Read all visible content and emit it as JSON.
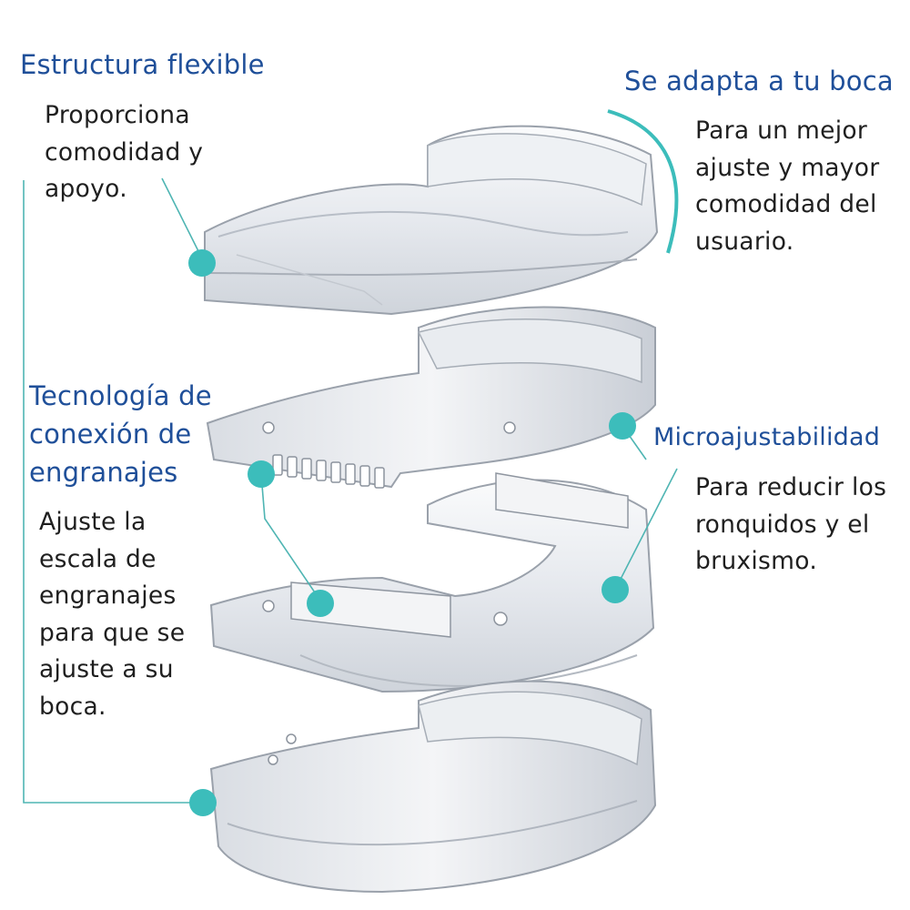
{
  "colors": {
    "heading": "#1f4f99",
    "text": "#1f1f1f",
    "accent": "#3cbdbb",
    "line": "#4fb5b3"
  },
  "callouts": {
    "structure": {
      "title": "Estructura flexible",
      "lines": [
        "Proporciona",
        "comodidad y",
        "apoyo."
      ]
    },
    "adapt": {
      "title": "Se adapta a tu boca",
      "lines": [
        "Para un mejor",
        "ajuste y mayor",
        "comodidad del",
        "usuario."
      ]
    },
    "gears": {
      "title_lines": [
        "Tecnología de",
        "conexión de",
        "engranajes"
      ],
      "lines": [
        "Ajuste la",
        "escala de",
        "engranajes",
        "para que se",
        "ajuste a su",
        "boca."
      ]
    },
    "micro": {
      "title": "Microajustabilidad",
      "lines": [
        "Para reducir los",
        "ronquidos y el",
        "bruxismo."
      ]
    }
  }
}
